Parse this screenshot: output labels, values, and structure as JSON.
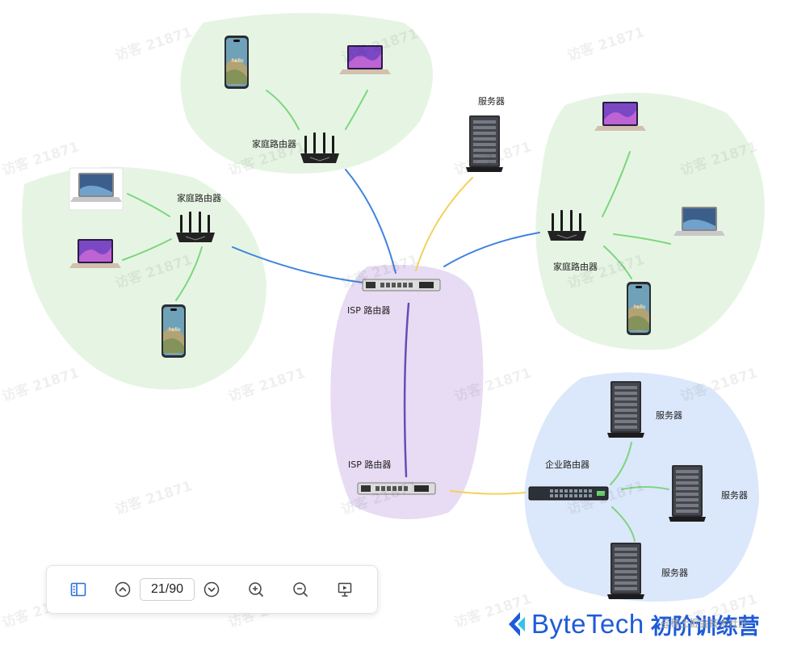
{
  "watermark": "访客 21871",
  "labels": {
    "home_router_top": "家庭路由器",
    "home_router_left": "家庭路由器",
    "home_router_right": "家庭路由器",
    "server_top": "服务器",
    "isp_router_1": "ISP 路由器",
    "isp_router_2": "ISP 路由器",
    "enterprise_router": "企业路由器",
    "server_1": "服务器",
    "server_2": "服务器",
    "server_3": "服务器"
  },
  "phone_text": "hello",
  "toolbar": {
    "page_indicator": "21/90",
    "buttons": [
      "sidebar-icon",
      "prev-page-icon",
      "next-page-icon",
      "zoom-in-icon",
      "zoom-out-icon",
      "presentation-icon"
    ]
  },
  "brand": {
    "name": "ByteTech",
    "subtitle": "初阶训练营"
  },
  "credit": "@稀土掘金技术社区",
  "colors": {
    "home_region": "#e6f5e3",
    "isp_region": "#e7dcf3",
    "enterprise_region": "#dbe7fb",
    "wifi_link": "#7dd67d",
    "blue_link": "#3d83e0",
    "yellow_link": "#f3d15a",
    "isp_link": "#6a4ab8",
    "brand": "#1e5bd8"
  }
}
